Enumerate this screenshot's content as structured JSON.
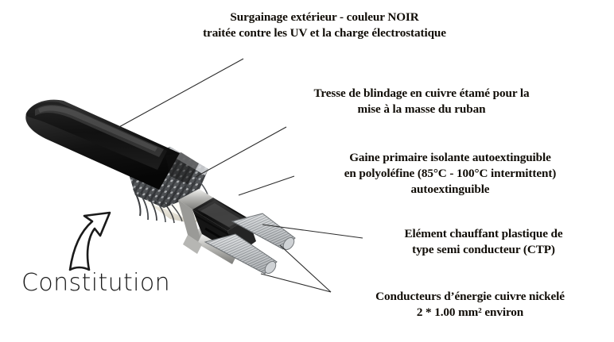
{
  "diagram": {
    "title_word": "Constitution",
    "arrow_icon": "up-right-arrow-icon",
    "labels": {
      "outer_jacket": {
        "id": "surgainage-exterieur",
        "lines": [
          "Surgainage extérieur - couleur NOIR",
          "traitée contre les UV et la charge électrostatique"
        ]
      },
      "braid_shield": {
        "id": "tresse-de-blindage",
        "lines": [
          "Tresse de blindage en cuivre étamé pour la",
          "mise à la masse du ruban"
        ]
      },
      "primary_sheath": {
        "id": "gaine-primaire",
        "lines": [
          "Gaine primaire isolante autoextinguible",
          "en polyoléfine (85°C - 100°C intermittent)",
          "autoextinguible"
        ]
      },
      "heating_element": {
        "id": "element-chauffant",
        "lines": [
          "Elément chauffant plastique de",
          "type semi conducteur (CTP)"
        ]
      },
      "conductors": {
        "id": "conducteurs-energie",
        "lines": [
          "Conducteurs d’énergie cuivre nickelé",
          "2 * 1.00 mm² environ"
        ]
      }
    },
    "colors": {
      "text": "#100c06",
      "background": "#ffffff",
      "jacket_black": "#151515",
      "braid_gray": "#6e6e70",
      "insulation_ivory": "#f1eee6",
      "conductor_silver": "#b9bcbe",
      "leader_line": "#2b2b2b"
    }
  }
}
